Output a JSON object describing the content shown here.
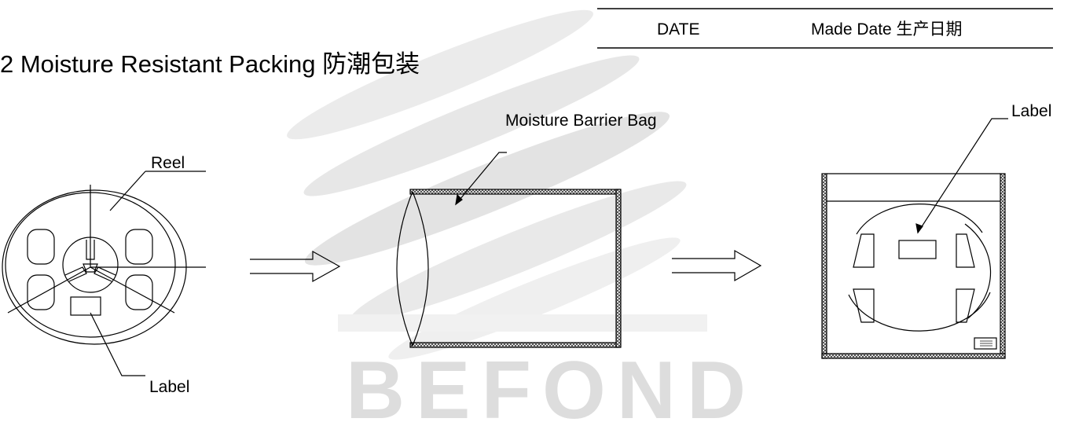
{
  "section": {
    "title": "2 Moisture Resistant Packing 防潮包装"
  },
  "table": {
    "row": {
      "key": "DATE",
      "value": "Made Date 生产日期"
    }
  },
  "labels": {
    "reel": "Reel",
    "reel_label": "Label",
    "moisture_barrier_bag": "Moisture Barrier Bag",
    "bag_label": "Label"
  },
  "watermark": {
    "text": "BEFOND",
    "color": "#cfcfcf"
  }
}
